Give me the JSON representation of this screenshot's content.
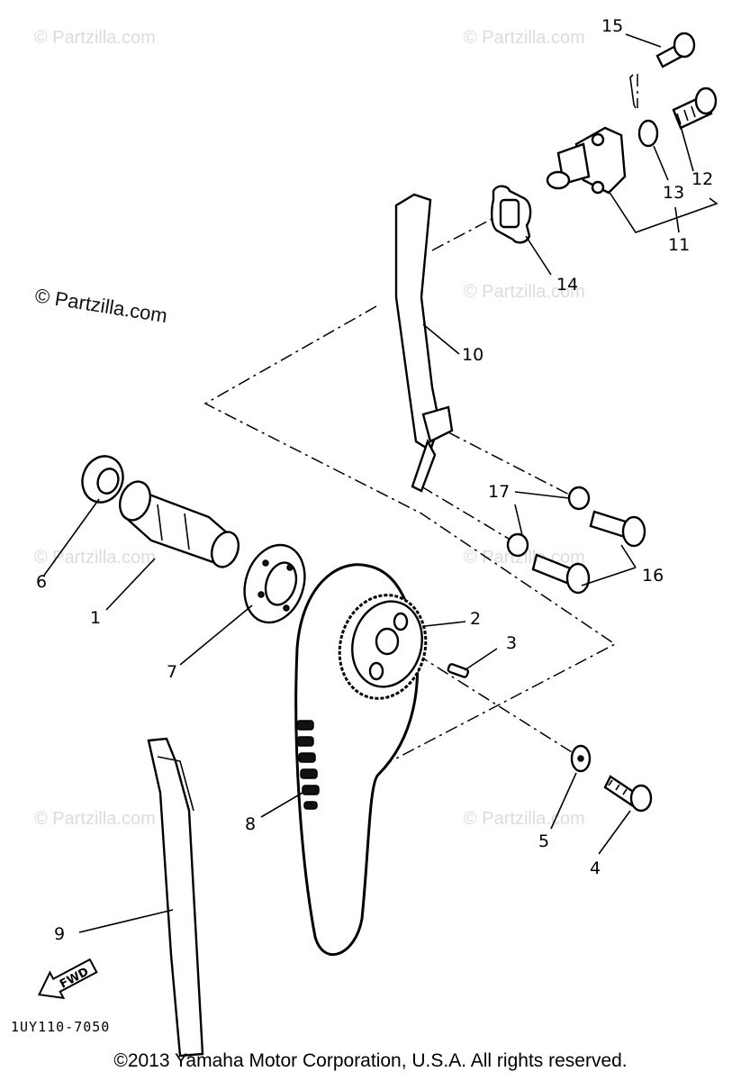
{
  "watermarks": {
    "faint": "© Partzilla.com",
    "prominent": "© Partzilla.com"
  },
  "diagram_code": "1UY110-7050",
  "direction_arrow": "FWD",
  "part_labels": {
    "p1": "1",
    "p2": "2",
    "p3": "3",
    "p4": "4",
    "p5": "5",
    "p6": "6",
    "p7": "7",
    "p8": "8",
    "p9": "9",
    "p10": "10",
    "p11": "11",
    "p12": "12",
    "p13": "13",
    "p14": "14",
    "p15": "15",
    "p16": "16",
    "p17": "17"
  },
  "copyright": "©2013 Yamaha Motor Corporation, U.S.A. All rights reserved."
}
